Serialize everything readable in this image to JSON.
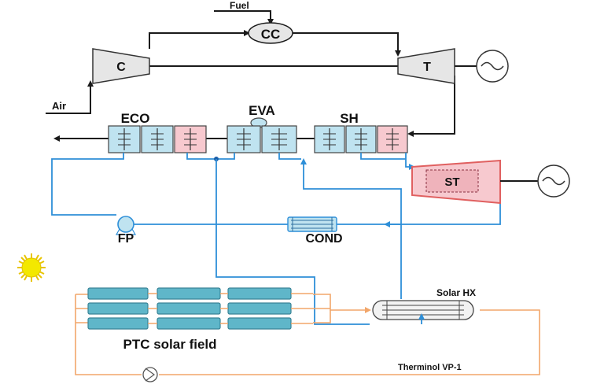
{
  "labels": {
    "fuel": "Fuel",
    "cc": "CC",
    "compressor": "C",
    "turbine": "T",
    "air": "Air",
    "eco": "ECO",
    "eva": "EVA",
    "sh": "SH",
    "steam_turbine": "ST",
    "feed_pump": "FP",
    "condenser": "COND",
    "solar_hx": "Solar HX",
    "solar_field": "PTC solar field",
    "htf": "Therminol VP-1"
  },
  "colors": {
    "gas_lines": "#1a1a1a",
    "water_steam_lines": "#2e8fd8",
    "htf_lines": "#f2a66a",
    "hx_water_tube_fill": "#bfe3f0",
    "hx_gas_tube_fill": "#f7c9cf",
    "steam_turbine_fill": "#f7c9cf",
    "steam_turbine_border": "#e06060",
    "collector_fill": "#5fb6c9",
    "sun": "#f3e800"
  },
  "icons": [
    "generator-icon",
    "sun-icon",
    "pump-icon"
  ]
}
